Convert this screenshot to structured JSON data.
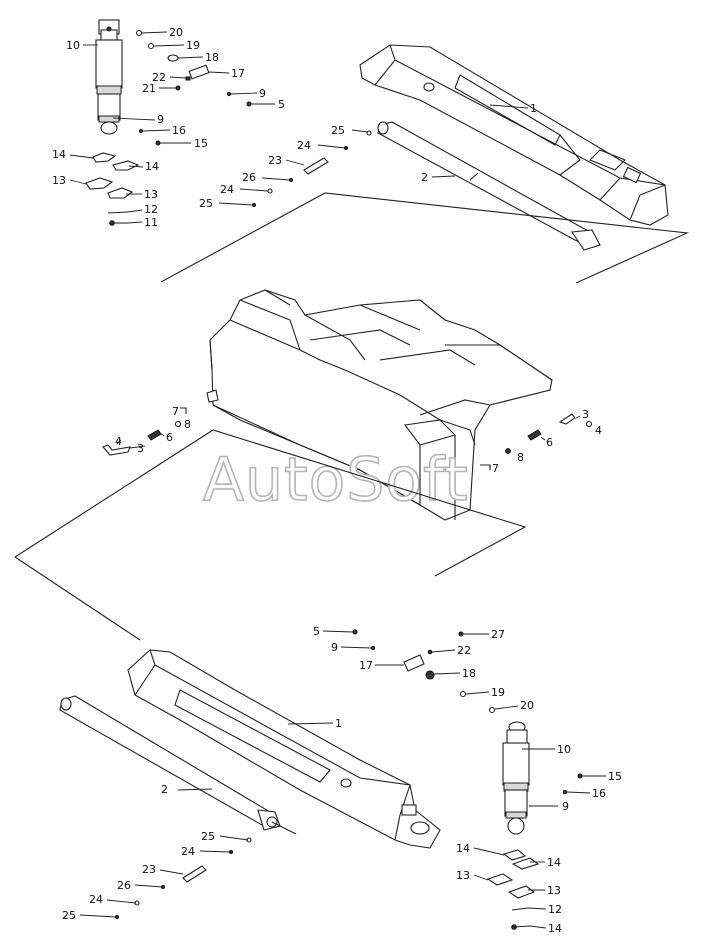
{
  "watermark": "AutoSoft",
  "labels": {
    "t20": "20",
    "t19": "19",
    "t10": "10",
    "t18": "18",
    "t17": "17",
    "t22": "22",
    "t21": "21",
    "t9a": "9",
    "t5": "5",
    "t9b": "9",
    "t16": "16",
    "t15": "15",
    "t14a": "14",
    "t14b": "14",
    "t13a": "13",
    "t13b": "13",
    "t12": "12",
    "t11": "11",
    "t1": "1",
    "t25": "25",
    "t24a": "24",
    "t23": "23",
    "t2": "2",
    "t26": "26",
    "t24b": "24",
    "t25b": "25",
    "m7a": "7",
    "m8a": "8",
    "m6a": "6",
    "m4a": "4",
    "m3a": "3",
    "m3b": "3",
    "m4b": "4",
    "m6b": "6",
    "m8b": "8",
    "m7b": "7",
    "b5": "5",
    "b27": "27",
    "b9a": "9",
    "b22": "22",
    "b17": "17",
    "b18": "18",
    "b19": "19",
    "b20": "20",
    "b1": "1",
    "b10": "10",
    "b2": "2",
    "b15": "15",
    "b16": "16",
    "b9b": "9",
    "b25a": "25",
    "b24a": "24",
    "b23": "23",
    "b26": "26",
    "b24b": "24",
    "b25b": "25",
    "b14a": "14",
    "b14b": "14",
    "b13a": "13",
    "b13b": "13",
    "b12": "12",
    "b14c": "14"
  }
}
